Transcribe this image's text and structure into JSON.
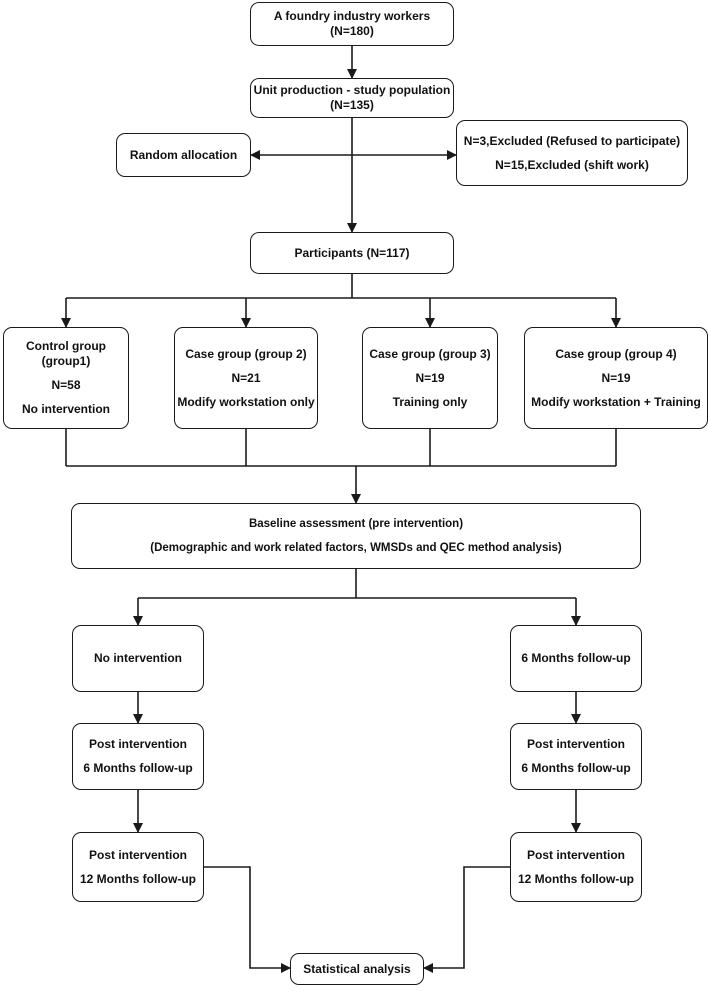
{
  "boxes": {
    "foundry": {
      "line1": "A foundry industry workers",
      "line2": "(N=180)"
    },
    "unit_production": {
      "line1": "Unit production - study population",
      "line2": "(N=135)"
    },
    "random_allocation": {
      "label": "Random allocation"
    },
    "excluded": {
      "line1": "N=3,Excluded (Refused to participate)",
      "line2": "N=15,Excluded (shift work)"
    },
    "participants": {
      "label": "Participants (N=117)"
    },
    "group1": {
      "line1": "Control group",
      "line2": "(group1)",
      "line3": "N=58",
      "line4": "No intervention"
    },
    "group2": {
      "line1": "Case group (group 2)",
      "line2": "N=21",
      "line3": "Modify workstation only"
    },
    "group3": {
      "line1": "Case group (group 3)",
      "line2": "N=19",
      "line3": "Training only"
    },
    "group4": {
      "line1": "Case group (group 4)",
      "line2": "N=19",
      "line3": "Modify workstation + Training"
    },
    "baseline": {
      "line1": "Baseline assessment (pre intervention)",
      "line2": "(Demographic and work related factors, WMSDs and QEC method analysis)"
    },
    "left_no_intervention": {
      "label": "No intervention"
    },
    "left_post_6": {
      "line1": "Post intervention",
      "line2": "6 Months follow-up"
    },
    "left_post_12": {
      "line1": "Post intervention",
      "line2": "12 Months follow-up"
    },
    "right_6_months": {
      "label": "6 Months follow-up"
    },
    "right_post_6": {
      "line1": "Post intervention",
      "line2": "6 Months follow-up"
    },
    "right_post_12": {
      "line1": "Post intervention",
      "line2": "12 Months follow-up"
    },
    "statistical_analysis": {
      "label": "Statistical analysis"
    }
  }
}
